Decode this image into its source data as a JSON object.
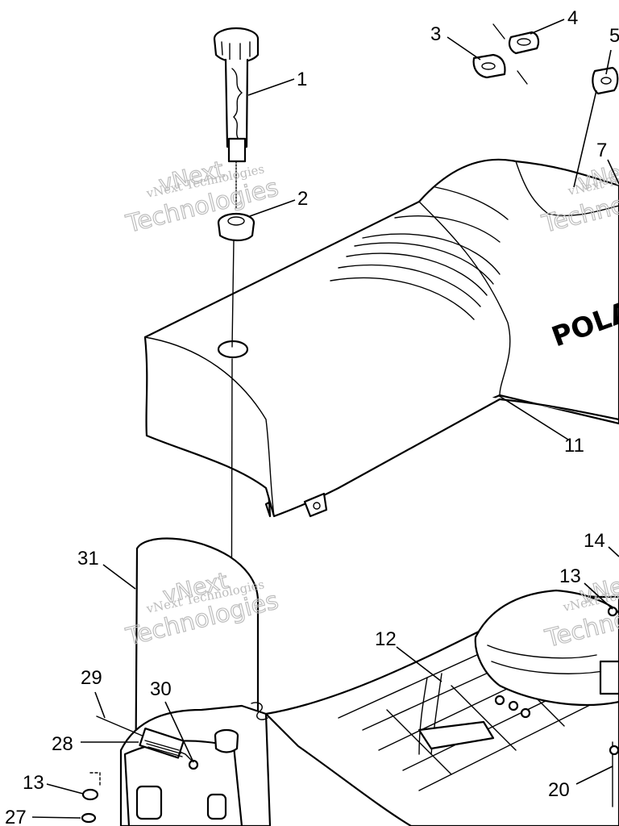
{
  "callouts": {
    "c1": "1",
    "c2": "2",
    "c3": "3",
    "c4": "4",
    "c5": "5",
    "c7": "7",
    "c11": "11",
    "c12": "12",
    "c13a": "13",
    "c13b": "13",
    "c14": "14",
    "c20": "20",
    "c27": "27",
    "c28": "28",
    "c29": "29",
    "c30": "30",
    "c31": "31"
  },
  "seat_logo": "POLAR",
  "watermark": {
    "small": "vNext Technologies",
    "big_line1": "vNext",
    "big_line2": "Technologies"
  }
}
